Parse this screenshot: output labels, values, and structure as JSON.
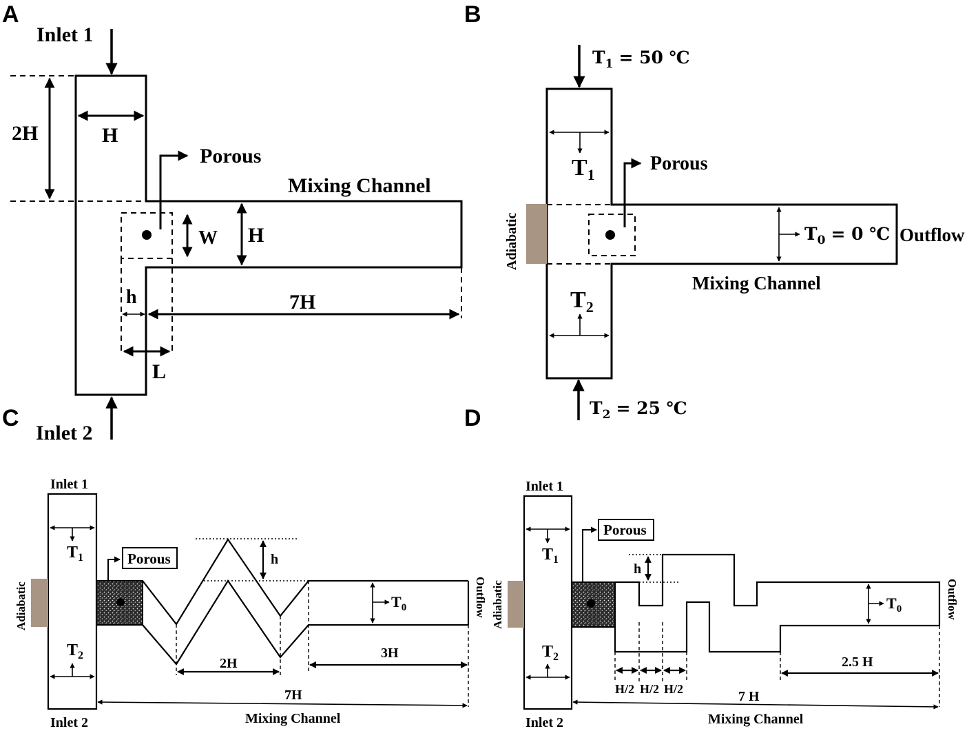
{
  "panels": {
    "A": {
      "letter": "A",
      "inlet1": "Inlet 1",
      "inlet2": "Inlet 2",
      "dim_2H": "2H",
      "dim_H_inlet": "H",
      "porous": "Porous",
      "mixing_channel": "Mixing Channel",
      "dim_W": "W",
      "dim_H_channel": "H",
      "dim_h": "h",
      "dim_7H": "7H",
      "dim_L": "L"
    },
    "B": {
      "letter": "B",
      "t1_boundary": "T",
      "t1_boundary_sub": "1",
      "t1_boundary_value": "= 50 ℃",
      "t1_field": "T",
      "t1_field_sub": "1",
      "porous": "Porous",
      "adiabatic": "Adiabatic",
      "t0": "T",
      "t0_sub": "0",
      "t0_value": "= 0 ℃",
      "outflow": "Outflow",
      "mixing_channel": "Mixing Channel",
      "t2_field": "T",
      "t2_field_sub": "2",
      "t2_boundary": "T",
      "t2_boundary_sub": "2",
      "t2_boundary_value": "= 25 ℃"
    },
    "C": {
      "letter": "C",
      "inlet1": "Inlet 1",
      "inlet2": "Inlet 2",
      "adiabatic": "Adiabatic",
      "t1": "T",
      "t1_sub": "1",
      "t2": "T",
      "t2_sub": "2",
      "porous": "Porous",
      "dim_h": "h",
      "t0": "T",
      "t0_sub": "0",
      "outflow": "Outflow",
      "dim_2H": "2H",
      "dim_3H": "3H",
      "dim_7H": "7H",
      "mixing_channel": "Mixing Channel"
    },
    "D": {
      "letter": "D",
      "inlet1": "Inlet 1",
      "inlet2": "Inlet 2",
      "adiabatic": "Adiabatic",
      "t1": "T",
      "t1_sub": "1",
      "t2": "T",
      "t2_sub": "2",
      "porous": "Porous",
      "dim_h": "h",
      "t0": "T",
      "t0_sub": "0",
      "outflow": "Outflow",
      "dim_h2_a": "H/2",
      "dim_h2_b": "H/2",
      "dim_h2_c": "H/2",
      "dim_2_5H": "2.5 H",
      "dim_7H": "7 H",
      "mixing_channel": "Mixing Channel"
    }
  },
  "colors": {
    "line": "#000000",
    "adiabatic_wall": "#a89584",
    "background": "#ffffff"
  }
}
